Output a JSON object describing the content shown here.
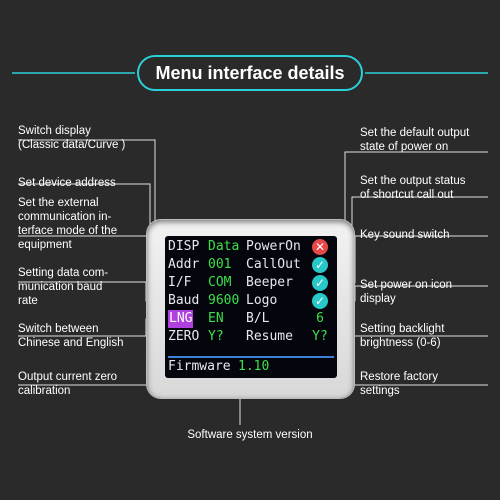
{
  "title": "Menu interface details",
  "colors": {
    "accent": "#2ad0d8",
    "background": "#2a2a2a",
    "screen_green": "#3ce04a",
    "highlight": "#b040e0",
    "off_red": "#e84848",
    "on_cyan": "#28c8c8"
  },
  "labels_left": [
    "Switch display\n(Classic data/Curve )",
    "Set device address",
    "Set the external\ncommunication in-\nterface mode of the\nequipment",
    "Setting data com-\nmunication baud\nrate",
    "Switch between\nChinese and English",
    "Output current zero\ncalibration"
  ],
  "labels_right": [
    "Set the default output\nstate of power on",
    "Set the output status\nof shortcut call out",
    "Key sound switch",
    "Set power on icon\ndisplay",
    "Setting backlight\nbrightness (0-6)",
    "Restore factory\nsettings"
  ],
  "label_bottom": "Software system version",
  "screen": {
    "rows": [
      {
        "c1": "DISP",
        "c2": "Data",
        "c3": "PowerOn",
        "status": "off",
        "status_icon": "close-icon"
      },
      {
        "c1": "Addr",
        "c2": "001",
        "c3": "CallOut",
        "status": "on",
        "status_icon": "check-icon"
      },
      {
        "c1": "I/F",
        "c2": "COM",
        "c3": "Beeper",
        "status": "on",
        "status_icon": "check-icon"
      },
      {
        "c1": "Baud",
        "c2": "9600",
        "c3": "Logo",
        "status": "on",
        "status_icon": "check-icon"
      },
      {
        "c1": "LNG",
        "c2": "EN",
        "c3": "B/L",
        "value": "6"
      },
      {
        "c1": "ZERO",
        "c2": "Y?",
        "c3": "Resume",
        "value": "Y?"
      }
    ],
    "firmware_label": "Firmware",
    "firmware_version": "1.10"
  }
}
